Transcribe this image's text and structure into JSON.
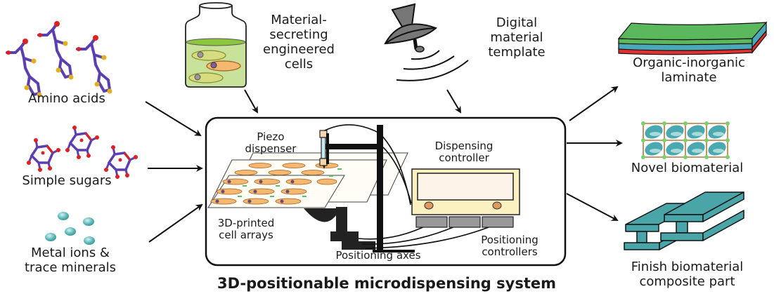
{
  "inputs": {
    "amino_acids": {
      "label": "Amino acids",
      "icon": "amino-acid-molecules"
    },
    "simple_sugars": {
      "label": "Simple sugars",
      "icon": "sugar-ring-molecules"
    },
    "metal_ions": {
      "label_lines": [
        "Metal ions &",
        "trace minerals"
      ],
      "icon": "ion-spheres"
    },
    "engineered_cells": {
      "label_lines": [
        "Material-",
        "secreting",
        "engineered",
        "cells"
      ],
      "icon": "cell-culture-flask"
    },
    "digital_template": {
      "label_lines": [
        "Digital",
        "material",
        "template"
      ],
      "icon": "broadcast-dish"
    }
  },
  "system": {
    "title": "3D-positionable microdispensing system",
    "components": {
      "piezo": {
        "label_lines": [
          "Piezo",
          "dispenser"
        ]
      },
      "cell_arrays": {
        "label_lines": [
          "3D-printed",
          "cell arrays"
        ]
      },
      "dispensing_controller": {
        "label_lines": [
          "Dispensing",
          "controller"
        ]
      },
      "positioning_axes": {
        "label": "Positioning axes"
      },
      "positioning_controllers": {
        "label_lines": [
          "Positioning",
          "controllers"
        ]
      }
    }
  },
  "outputs": {
    "laminate": {
      "label_lines": [
        "Organic-inorganic",
        "laminate"
      ],
      "icon": "layered-laminate"
    },
    "biomaterial": {
      "label": "Novel biomaterial",
      "icon": "lattice-biomaterial"
    },
    "composite": {
      "label_lines": [
        "Finish biomaterial",
        "composite part"
      ],
      "icon": "i-beam-composite"
    }
  },
  "colors": {
    "molecule_bond": "#5b3fb0",
    "molecule_oxygen": "#e02020",
    "molecule_sulfur": "#e0b020",
    "ion": "#5bb8b8",
    "flask_liquid": "#c8e29a",
    "flask_surface": "#8cc63f",
    "cell_green": "#d8dc80",
    "cell_orange": "#f5b870",
    "laminate_green": "#5cb85c",
    "laminate_teal": "#4aa8b8",
    "laminate_red": "#e03030",
    "composite_teal": "#4aa5a8",
    "controller_body": "#fbf0c0",
    "controller_screen": "#fdf3e8",
    "controller_knob": "#e09a60",
    "controller_slot": "#999999",
    "frame": "#111111"
  }
}
